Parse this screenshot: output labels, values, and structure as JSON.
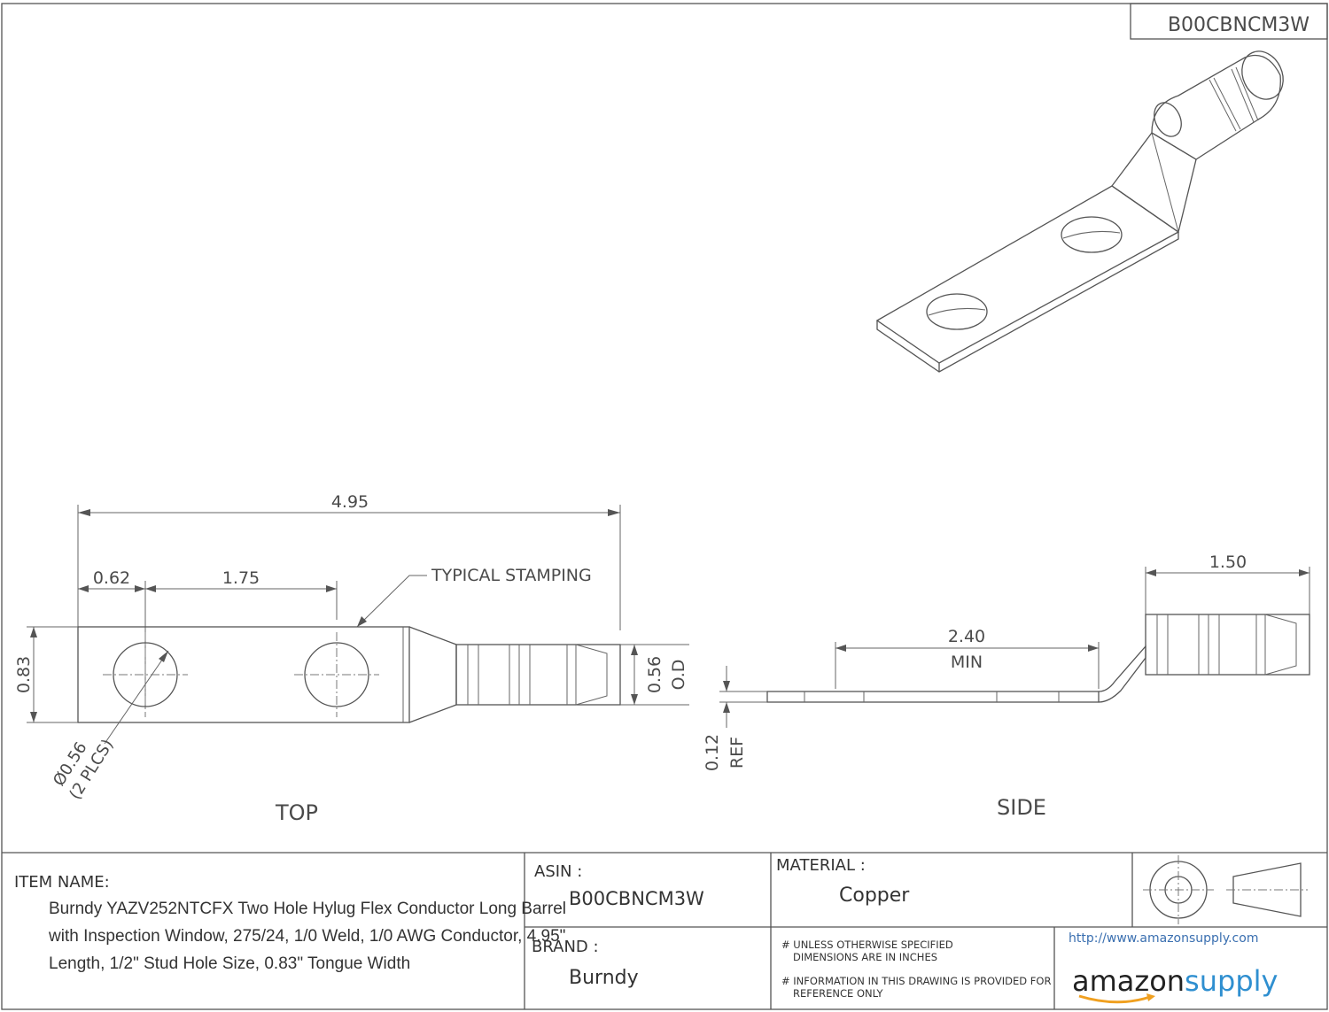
{
  "header": {
    "part_code": "B00CBNCM3W"
  },
  "views": {
    "top_label": "TOP",
    "side_label": "SIDE"
  },
  "dimensions": {
    "overall_length": "4.95",
    "hole_offset": "0.62",
    "hole_spacing": "1.75",
    "stamping_note": "TYPICAL STAMPING",
    "tongue_width": "0.83",
    "barrel_od_value": "0.56",
    "barrel_od_unit": "O.D",
    "hole_diameter": "Ø0.56",
    "hole_count": "(2 PLCS)",
    "barrel_length": "1.50",
    "min_tongue_value": "2.40",
    "min_tongue_unit": "MIN",
    "thickness_value": "0.12",
    "thickness_unit": "REF"
  },
  "title_block": {
    "item_name_label": "ITEM NAME:",
    "item_name_lines": [
      "Burndy YAZV252NTCFX Two Hole Hylug Flex Conductor Long Barrel",
      "with Inspection Window, 275/24, 1/0 Weld, 1/0 AWG Conductor, 4.95\"",
      "Length, 1/2\" Stud Hole Size, 0.83\" Tongue Width"
    ],
    "asin_label": "ASIN :",
    "asin_value": "B00CBNCM3W",
    "brand_label": "BRAND :",
    "brand_value": "Burndy",
    "material_label": "MATERIAL :",
    "material_value": "Copper",
    "note1_line1": "# UNLESS OTHERWISE SPECIFIED",
    "note1_line2": "DIMENSIONS ARE IN INCHES",
    "note2_line1": "# INFORMATION IN THIS DRAWING IS PROVIDED FOR",
    "note2_line2": "REFERENCE ONLY",
    "url": "http://www.amazonsupply.com",
    "logo_amazon": "amazon",
    "logo_supply": "supply"
  }
}
